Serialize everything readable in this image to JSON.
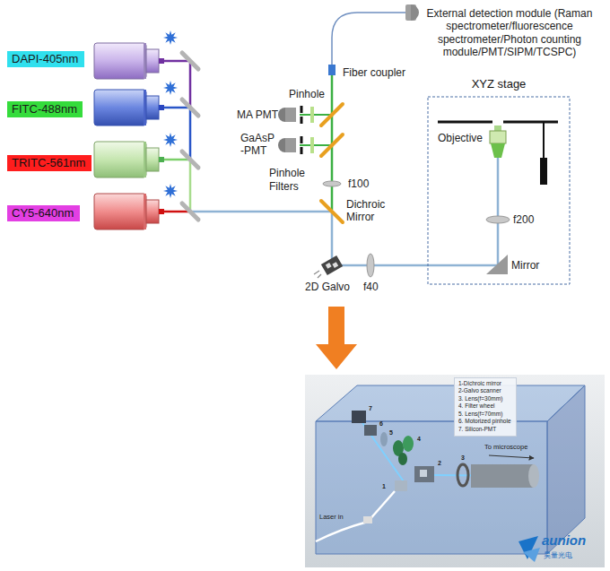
{
  "diagram": {
    "nodes": [
      {
        "text": [
          "DAPI-405nm"
        ]
      },
      {
        "text": [
          "FITC-488nm"
        ]
      },
      {
        "text": [
          "TRITC-561nm"
        ]
      },
      {
        "text": [
          "CY5-640nm"
        ]
      },
      {
        "text": [
          "XYZ stage"
        ]
      },
      {
        "text": [
          "1-Dichroic mirror",
          "2-Galvo scanner",
          "3. Lens(f=30mm)",
          "4. Filter wheel",
          "5. Lens(f=70mm)",
          "6. Motorized pinhole",
          "7. Silicon-PMT"
        ]
      }
    ],
    "labels": [
      "External detection module (Raman spectrometer/fluorescence spectrometer/Photon counting module/PMT/SIPM/TCSPC)",
      "Fiber coupler",
      "Pinhole",
      "MA PMT",
      "GaAsP -PMT",
      "Pinhole",
      "Filters",
      "f100",
      "Dichroic Mirror",
      "2D Galvo",
      "f40",
      "Mirror",
      "f200",
      "Objective",
      "7",
      "6",
      "5",
      "4",
      "3",
      "2",
      "1",
      "To microscope",
      "Laser in",
      "aunion",
      "昊量光电"
    ]
  }
}
